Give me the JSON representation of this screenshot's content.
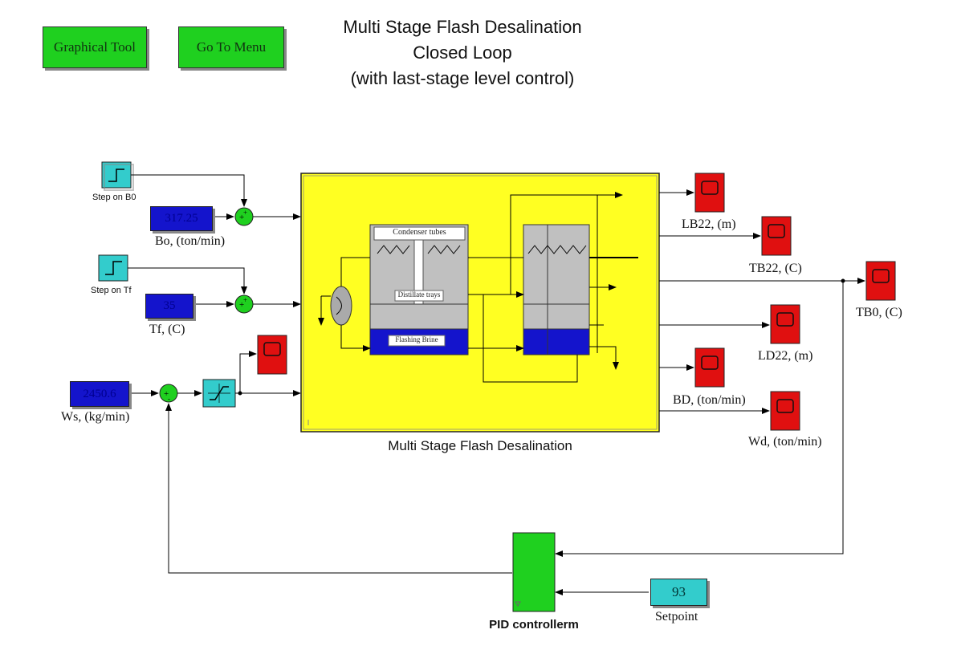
{
  "buttons": {
    "graphical_tool": "Graphical Tool",
    "go_to_menu": "Go To Menu"
  },
  "title": {
    "line1": "Multi Stage Flash Desalination",
    "line2": "Closed Loop",
    "line3": "(with last-stage level control)"
  },
  "inputs": {
    "step_b0_label": "Step on B0",
    "bo_value": "317.25",
    "bo_label": "Bo, (ton/min)",
    "step_tf_label": "Step on Tf",
    "tf_value": "35",
    "tf_label": "Tf, (C)",
    "ws_value": "2450.6",
    "ws_label": "Ws,  (kg/min)"
  },
  "subsystem": {
    "label": "Multi Stage Flash Desalination",
    "condenser_tubes": "Condenser tubes",
    "distillate_trays": "Distillate trays",
    "flashing_brine": "Flashing Brine"
  },
  "outputs": {
    "lb22": "LB22, (m)",
    "tb22": "TB22, (C)",
    "tb0": "TB0, (C)",
    "ld22": "LD22, (m)",
    "bd": "BD, (ton/min)",
    "wd": "Wd, (ton/min)"
  },
  "controller": {
    "label": "PID controllerm",
    "setpoint_value": "93",
    "setpoint_label": "Setpoint"
  },
  "colors": {
    "button_green": "#1fd01f",
    "subsystem_yellow": "#ffff22",
    "scope_red": "#e01010",
    "constant_blue": "#1414cc",
    "step_cyan": "#33cccc"
  }
}
